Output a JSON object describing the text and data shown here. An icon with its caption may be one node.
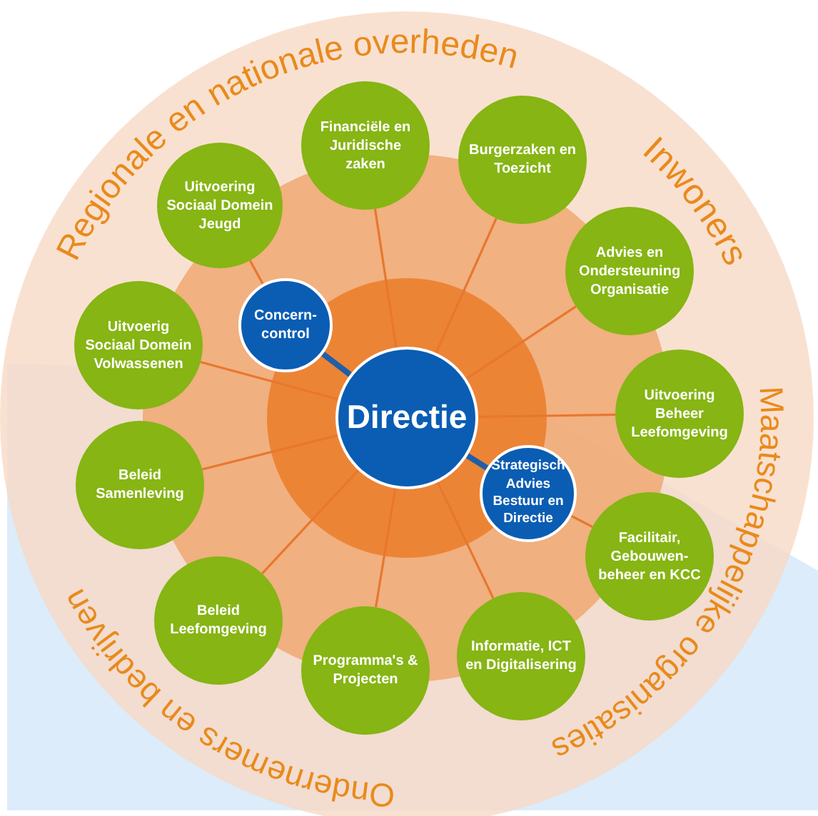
{
  "diagram": {
    "nodes": [
      {
        "text": [
          "Financiële en Juridische zaken"
        ]
      },
      {
        "text": [
          "Burgerzaken en Toezicht"
        ]
      },
      {
        "text": [
          "Uitvoering Sociaal Domein Jeugd"
        ]
      },
      {
        "text": [
          "Advies en Ondersteuning Organisatie"
        ]
      },
      {
        "text": [
          "Concern-control"
        ]
      },
      {
        "text": [
          "Uitvoerig Sociaal Domein Volwassenen"
        ]
      },
      {
        "text": [
          "Directie"
        ]
      },
      {
        "text": [
          "Uitvoering Beheer Leefomgeving"
        ]
      },
      {
        "text": [
          "Beleid Samenleving"
        ]
      },
      {
        "text": [
          "Strategisch Advies Bestuur en Directie"
        ]
      },
      {
        "text": [
          "Facilitair, Gebouwen-beheer en KCC"
        ]
      },
      {
        "text": [
          "Beleid Leefomgeving"
        ]
      },
      {
        "text": [
          "Informatie, ICT en Digitalisering"
        ]
      },
      {
        "text": [
          "Programma's & Projecten"
        ]
      }
    ],
    "edges": [
      {
        "from": 6,
        "to": 0,
        "arrow": "none"
      },
      {
        "from": 6,
        "to": 1,
        "arrow": "none"
      },
      {
        "from": 6,
        "to": 3,
        "arrow": "none"
      },
      {
        "from": 6,
        "to": 5,
        "arrow": "none"
      },
      {
        "from": 6,
        "to": 7,
        "arrow": "none"
      },
      {
        "from": 6,
        "to": 8,
        "arrow": "none"
      },
      {
        "from": 6,
        "to": 11,
        "arrow": "none"
      },
      {
        "from": 6,
        "to": 12,
        "arrow": "none"
      },
      {
        "from": 6,
        "to": 13,
        "arrow": "none"
      },
      {
        "from": 6,
        "to": 4,
        "arrow": "none",
        "style": "thick",
        "color": "#1f5fa8"
      },
      {
        "from": 6,
        "to": 9,
        "arrow": "none",
        "style": "thick",
        "color": "#1f5fa8"
      },
      {
        "from": 4,
        "to": 2,
        "arrow": "none"
      },
      {
        "from": 9,
        "to": 10,
        "arrow": "none"
      }
    ],
    "labels": [
      "Regionale en nationale overheden",
      "Inwoners",
      "Maatschappelijke organisaties",
      "Ondernemers en bedrijven"
    ]
  }
}
